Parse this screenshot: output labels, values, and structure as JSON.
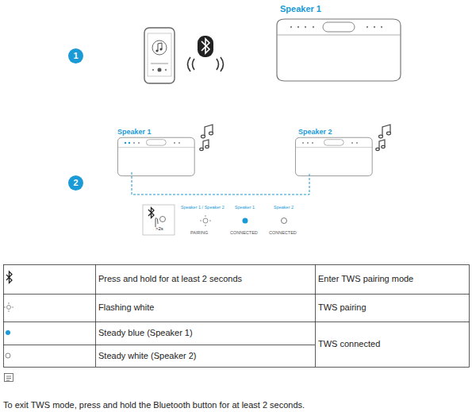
{
  "diagram": {
    "nodes": [
      {
        "text": [
          "1"
        ]
      },
      {
        "text": [
          "Speaker 1"
        ]
      },
      {
        "text": [
          "2"
        ]
      },
      {
        "text": [
          "Speaker 1"
        ]
      },
      {
        "text": [
          "Speaker 2"
        ]
      }
    ],
    "edges": [
      {
        "from": 3,
        "to": 4,
        "arrow": "none"
      }
    ],
    "labels": [
      ">2s",
      "Speaker 1 / Speaker 2",
      "PAIRING",
      "Speaker 1",
      "CONNECTED",
      "Speaker 2",
      "CONNECTED",
      "Press and hold for at least 2 seconds",
      "Enter TWS pairing mode",
      "Flashing white",
      "TWS pairing",
      "Steady blue (Speaker 1)",
      "Steady white (Speaker 2)",
      "TWS connected",
      "To exit TWS mode, press and hold the Bluetooth button for at least 2 seconds."
    ]
  }
}
